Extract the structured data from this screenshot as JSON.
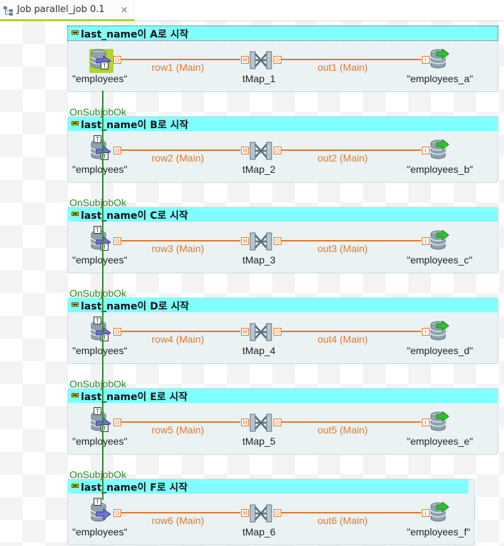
{
  "tab": {
    "title": "Job parallel_job 0.1",
    "close": "×"
  },
  "subjobs": [
    {
      "title": "last_name이 A로 시작",
      "input": "\"employees\"",
      "row": "row1 (Main)",
      "map": "tMap_1",
      "out": "out1 (Main)",
      "output": "\"employees_a\""
    },
    {
      "title": "last_name이 B로 시작",
      "input": "\"employees\"",
      "row": "row2 (Main)",
      "map": "tMap_2",
      "out": "out2 (Main)",
      "output": "\"employees_b\""
    },
    {
      "title": "last_name이 C로 시작",
      "input": "\"employees\"",
      "row": "row3 (Main)",
      "map": "tMap_3",
      "out": "out3 (Main)",
      "output": "\"employees_c\""
    },
    {
      "title": "last_name이 D로 시작",
      "input": "\"employees\"",
      "row": "row4 (Main)",
      "map": "tMap_4",
      "out": "out4 (Main)",
      "output": "\"employees_d\""
    },
    {
      "title": "last_name이 E로 시작",
      "input": "\"employees\"",
      "row": "row5 (Main)",
      "map": "tMap_5",
      "out": "out5 (Main)",
      "output": "\"employees_e\""
    },
    {
      "title": "last_name이 F로 시작",
      "input": "\"employees\"",
      "row": "row6 (Main)",
      "map": "tMap_6",
      "out": "out6 (Main)",
      "output": "\"employees_f\""
    }
  ],
  "triggers": [
    "OnSubjobOk",
    "OnSubjobOk",
    "OnSubjobOk",
    "OnSubjobOk",
    "OnSubjobOk"
  ],
  "colors": {
    "header": "#80ffff",
    "flow": "#e07a2e",
    "trigger": "#2d8a2d",
    "selection": "#b2d235"
  }
}
